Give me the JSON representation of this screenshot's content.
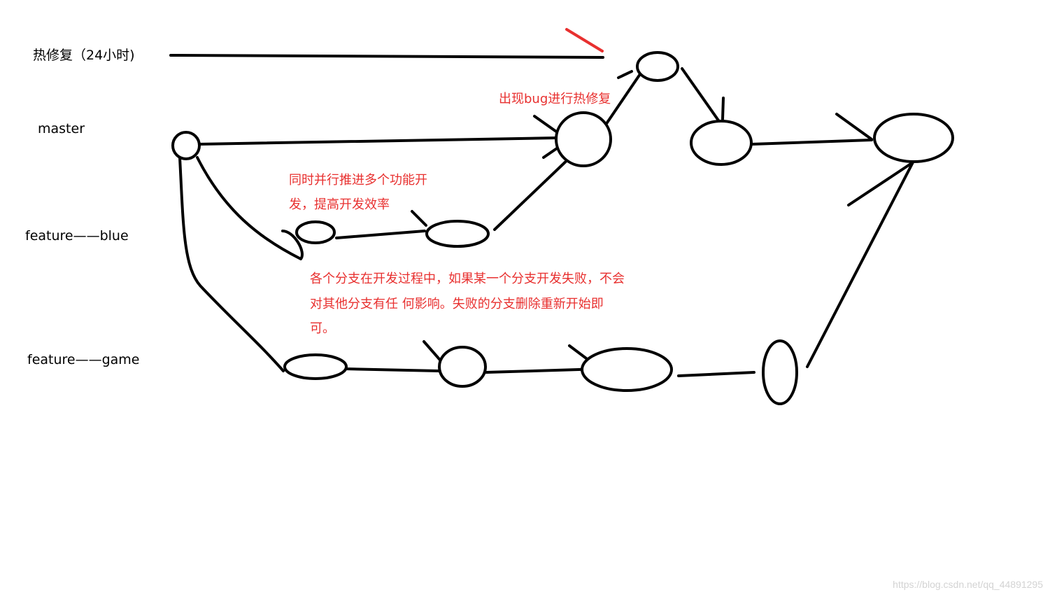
{
  "lanes": {
    "hotfix": "热修复（24小时)",
    "master": "master",
    "feature_blue": "feature——blue",
    "feature_game": "feature——game"
  },
  "annotations": {
    "hotfix_note": "出现bug进行热修复",
    "parallel_note_line1": "同时并行推进多个功能开",
    "parallel_note_line2": "发，提高开发效率",
    "failure_note_line1": "各个分支在开发过程中，如果某一个分支开发失败，不会",
    "failure_note_line2": "对其他分支有任 何影响。失败的分支删除重新开始即",
    "failure_note_line3": "可。"
  },
  "watermark": "https://blog.csdn.net/qq_44891295",
  "colors": {
    "ink": "#000000",
    "annotation": "#e8302f",
    "watermark": "#d3d3d3"
  }
}
